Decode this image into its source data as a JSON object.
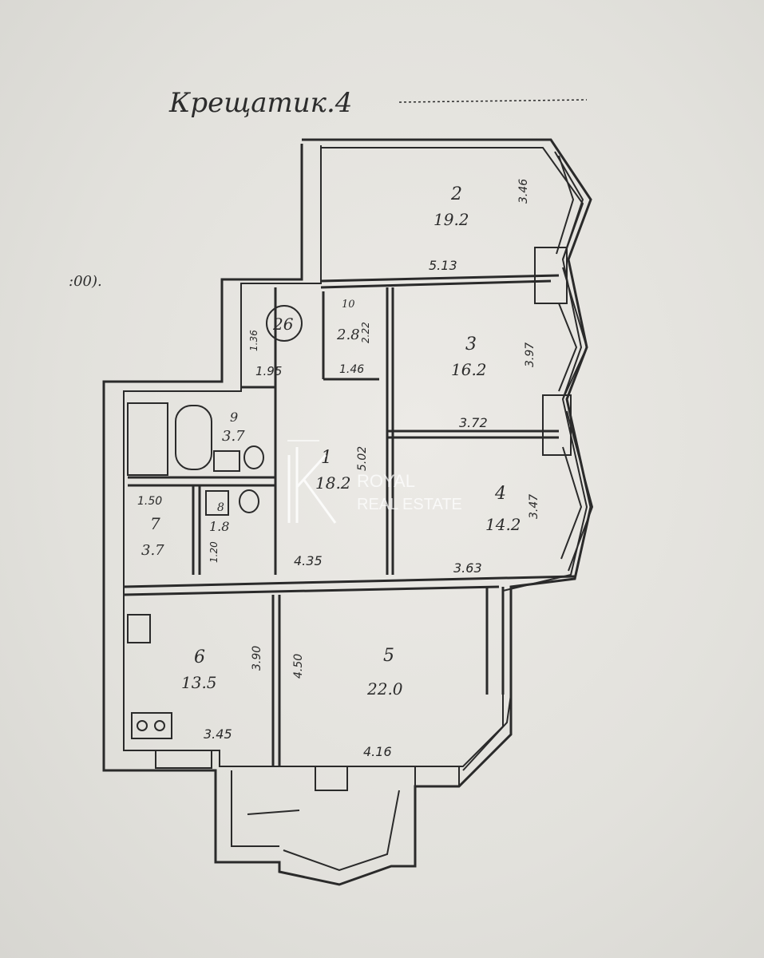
{
  "header": {
    "street": "Крещатик.4",
    "scale_note": ":00)."
  },
  "rooms": [
    {
      "number": "2",
      "area": "19.2",
      "dim_w": "5.13",
      "dim_h": "3.46"
    },
    {
      "number": "3",
      "area": "16.2",
      "dim_w": "3.72",
      "dim_h": "3.97"
    },
    {
      "number": "4",
      "area": "14.2",
      "dim_w": "3.63",
      "dim_h": "3.47"
    },
    {
      "number": "5",
      "area": "22.0",
      "dim_w": "4.16",
      "dim_h": "4.50"
    },
    {
      "number": "6",
      "area": "13.5",
      "dim_w": "3.45",
      "dim_h": "3.90"
    },
    {
      "number": "7",
      "area": "3.7",
      "dim_w": "1.50"
    },
    {
      "number": "1",
      "area": "18.2",
      "dim_w": "4.35",
      "dim_h": "5.02"
    },
    {
      "number": "10",
      "area": "2.8",
      "dim_w": "1.46",
      "dim_h": "2.22"
    }
  ],
  "misc": {
    "stair_badge": "26",
    "corner_dim_w": "1.95",
    "corner_dim_h": "1.36",
    "bath_number": "9",
    "bath_area": "3.7",
    "wc_number": "8",
    "wc_area": "1.8",
    "wc_dim": "1.20"
  },
  "watermark": {
    "line1": "ROYAL",
    "line2": "REAL ESTATE"
  },
  "colors": {
    "ink": "#2a2a2a",
    "paper": "#e4e3df",
    "watermark": "#ffffff"
  }
}
